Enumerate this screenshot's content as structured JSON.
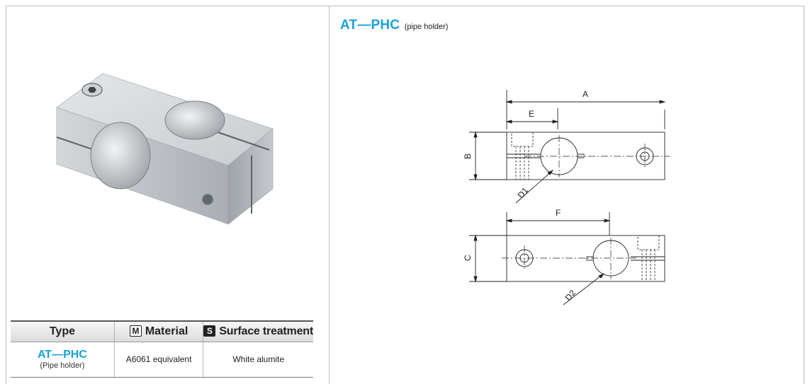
{
  "title": {
    "code": "AT—PHC",
    "subtitle": "(pipe holder)"
  },
  "table": {
    "headers": {
      "type": "Type",
      "material": "Material",
      "material_badge": "M",
      "surface": "Surface treatment",
      "surface_badge": "S"
    },
    "row": {
      "type_code": "AT—PHC",
      "type_sub": "(Pipe holder)",
      "material": "A6061 equivalent",
      "surface": "White alumite"
    }
  },
  "drawing": {
    "labels": {
      "A": "A",
      "E": "E",
      "B": "B",
      "D1": "D1",
      "F": "F",
      "C": "C",
      "D2": "D2"
    }
  },
  "colors": {
    "accent": "#1aa2dc",
    "rule": "#555555"
  },
  "icons": [
    "pipe-holder-photo",
    "material-badge-icon",
    "surface-badge-icon"
  ]
}
